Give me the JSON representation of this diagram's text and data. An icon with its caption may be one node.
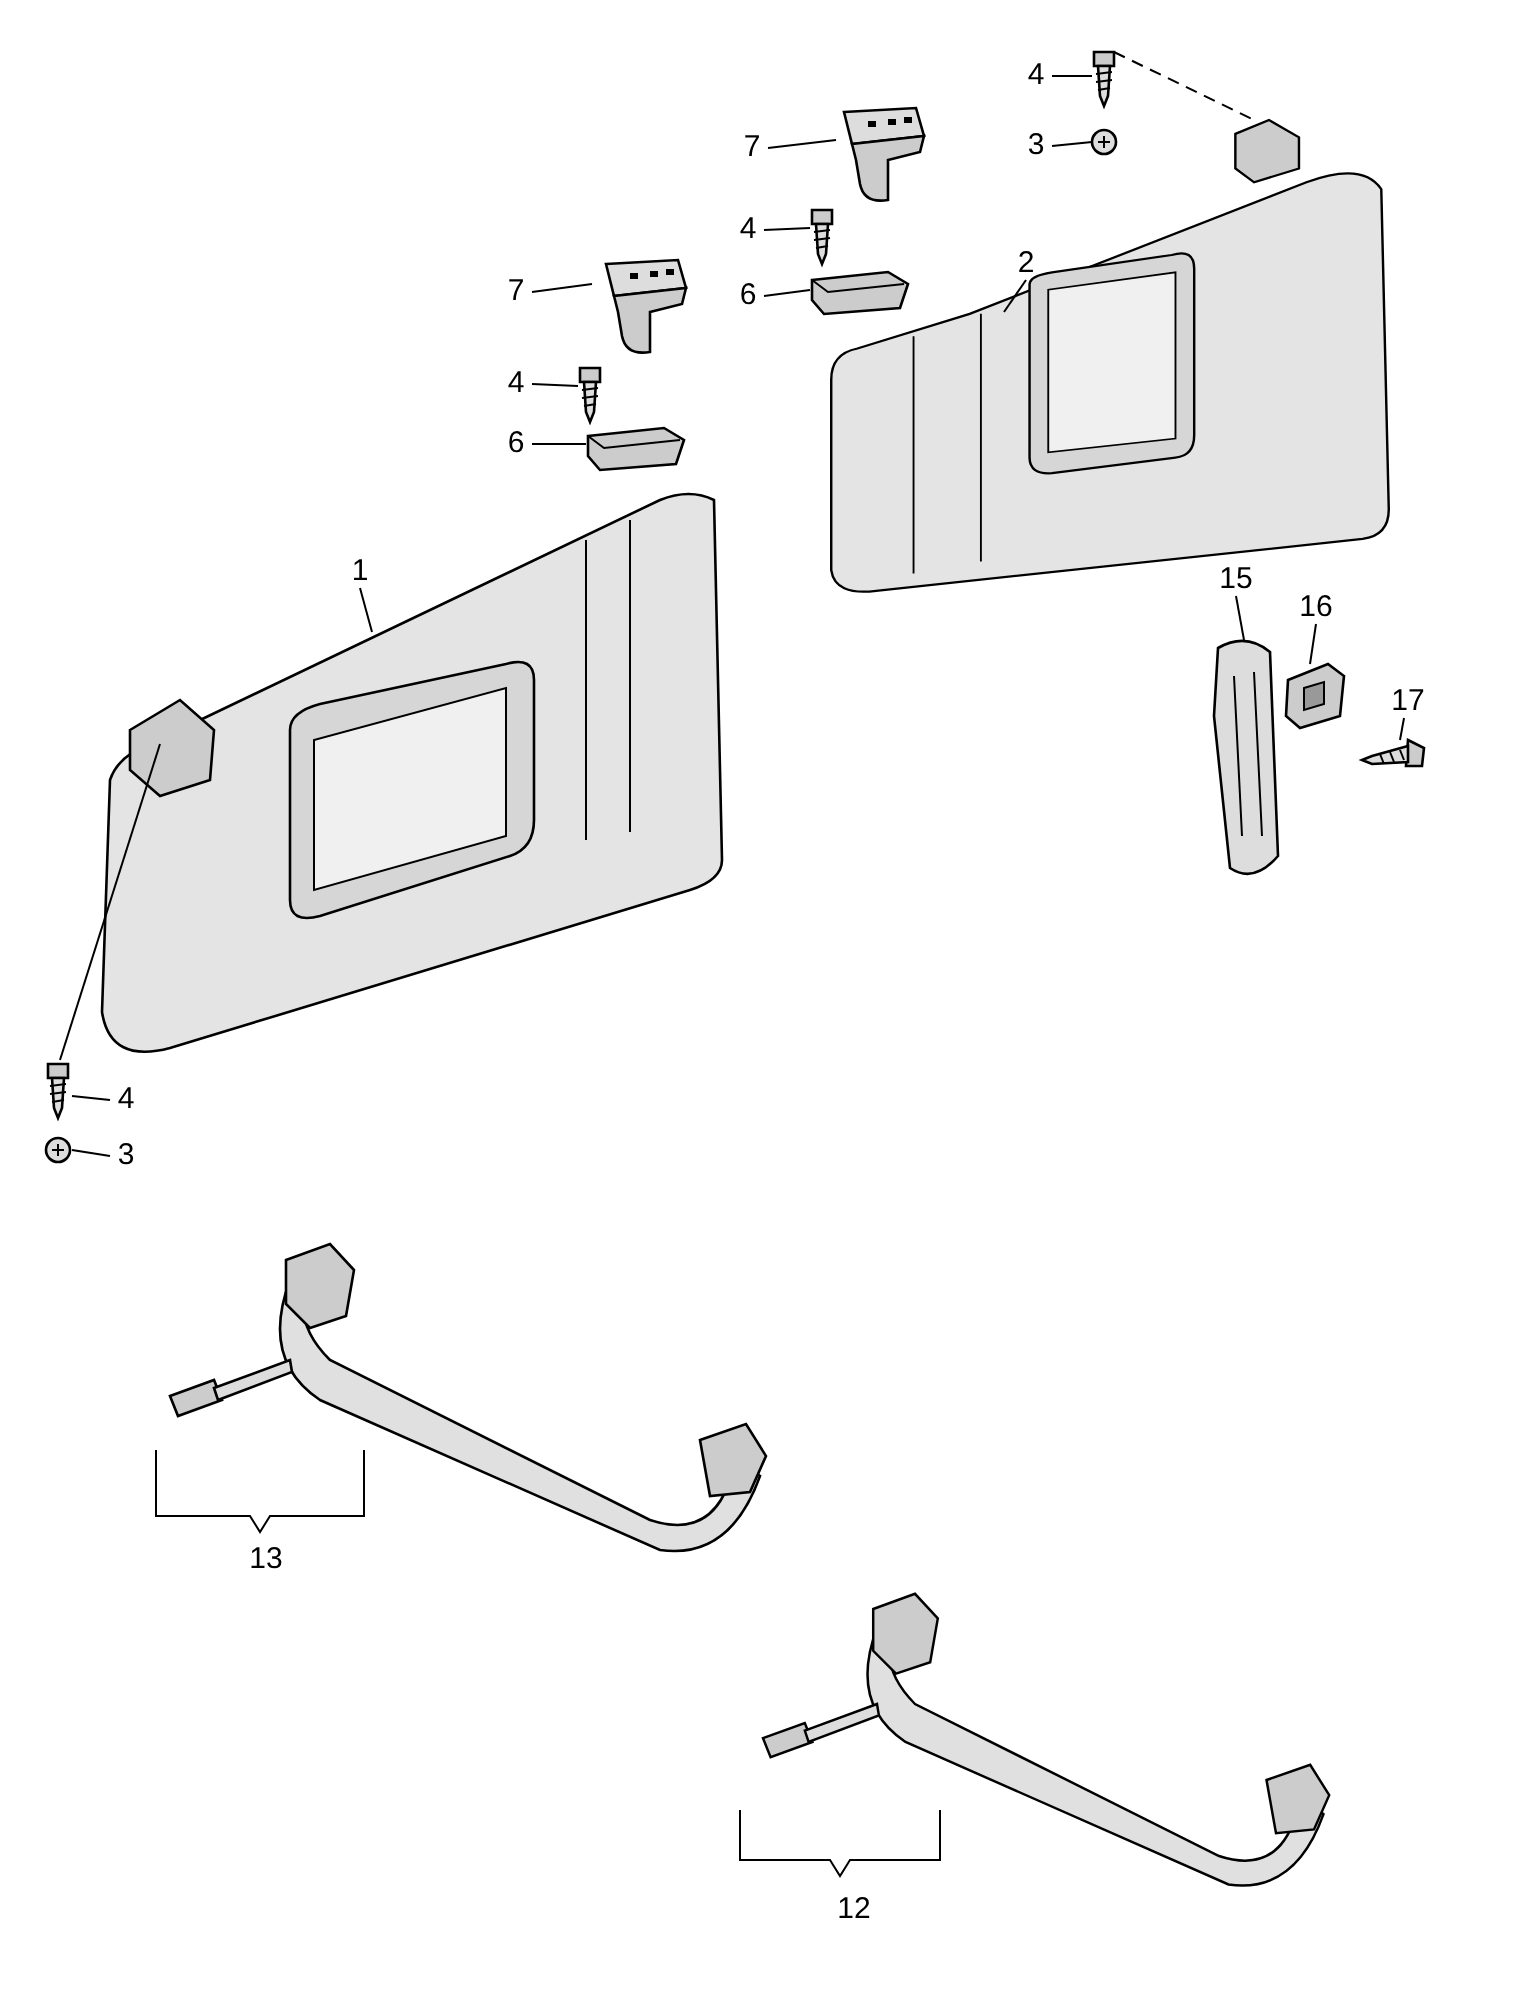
{
  "diagram": {
    "nodes": [
      {
        "text": [
          "1"
        ]
      },
      {
        "text": [],
        "shape": "picture"
      },
      {
        "text": [
          "2"
        ]
      },
      {
        "text": [],
        "shape": "picture"
      },
      {
        "text": [
          "7"
        ]
      },
      {
        "text": [],
        "shape": "picture"
      },
      {
        "text": [
          "4"
        ]
      },
      {
        "text": [],
        "shape": "picture"
      },
      {
        "text": [
          "6"
        ]
      },
      {
        "text": [],
        "shape": "picture"
      },
      {
        "text": [
          "7"
        ]
      },
      {
        "text": [],
        "shape": "picture"
      },
      {
        "text": [
          "4"
        ]
      },
      {
        "text": [],
        "shape": "picture"
      },
      {
        "text": [
          "6"
        ]
      },
      {
        "text": [],
        "shape": "picture"
      },
      {
        "text": [
          "4"
        ]
      },
      {
        "text": [],
        "shape": "picture"
      },
      {
        "text": [
          "3"
        ]
      },
      {
        "text": [],
        "shape": "picture"
      },
      {
        "text": [
          "15"
        ]
      },
      {
        "text": [],
        "shape": "picture"
      },
      {
        "text": [
          "16"
        ]
      },
      {
        "text": [],
        "shape": "picture"
      },
      {
        "text": [
          "17"
        ]
      },
      {
        "text": [],
        "shape": "picture"
      },
      {
        "text": [
          "4"
        ]
      },
      {
        "text": [],
        "shape": "picture"
      },
      {
        "text": [
          "3"
        ]
      },
      {
        "text": [],
        "shape": "picture"
      }
    ],
    "edges": [
      {
        "from": 0,
        "to": 1,
        "arrow": "none"
      },
      {
        "from": 2,
        "to": 3,
        "arrow": "none"
      },
      {
        "from": 4,
        "to": 5,
        "arrow": "none"
      },
      {
        "from": 6,
        "to": 7,
        "arrow": "none"
      },
      {
        "from": 8,
        "to": 9,
        "arrow": "none"
      },
      {
        "from": 10,
        "to": 11,
        "arrow": "none"
      },
      {
        "from": 12,
        "to": 13,
        "arrow": "none"
      },
      {
        "from": 14,
        "to": 15,
        "arrow": "none"
      },
      {
        "from": 16,
        "to": 17,
        "arrow": "none"
      },
      {
        "from": 18,
        "to": 19,
        "arrow": "none"
      },
      {
        "from": 17,
        "to": 3,
        "arrow": "none",
        "style": "dashed"
      },
      {
        "from": 20,
        "to": 21,
        "arrow": "none"
      },
      {
        "from": 22,
        "to": 23,
        "arrow": "none"
      },
      {
        "from": 24,
        "to": 25,
        "arrow": "none"
      },
      {
        "from": 26,
        "to": 27,
        "arrow": "none"
      },
      {
        "from": 28,
        "to": 29,
        "arrow": "none"
      },
      {
        "from": 27,
        "to": 1,
        "arrow": "none"
      }
    ],
    "labels": [
      "13",
      "12"
    ]
  }
}
